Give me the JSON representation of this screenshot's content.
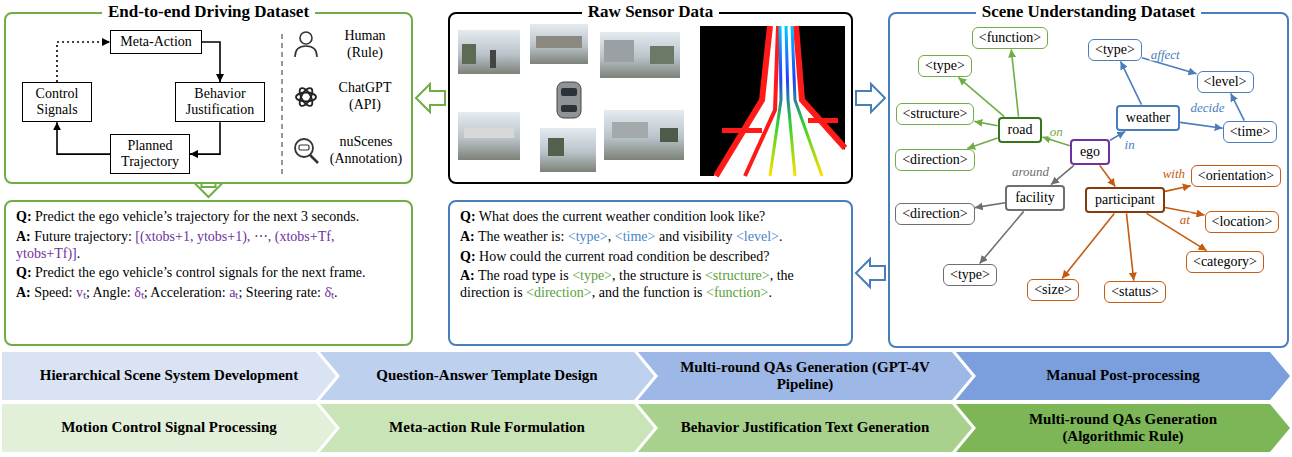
{
  "diagram": {
    "nodes": [
      {
        "text": [
          "End-to-end Driving Dataset"
        ]
      },
      {
        "text": [
          "Meta-Action"
        ],
        "in": 0
      },
      {
        "text": [
          "Behavior Justification"
        ],
        "in": 0
      },
      {
        "text": [
          "Planned Trajectory"
        ],
        "in": 0
      },
      {
        "text": [
          "Control Signals"
        ],
        "in": 0
      },
      {
        "text": [
          "Raw Sensor Data"
        ]
      },
      {
        "text": [
          "Scene Understanding Dataset"
        ]
      },
      {
        "text": [
          "<function>"
        ],
        "in": 6
      },
      {
        "text": [
          "<type>"
        ],
        "in": 6
      },
      {
        "text": [
          "<type>"
        ],
        "in": 6
      },
      {
        "text": [
          "<level>"
        ],
        "in": 6
      },
      {
        "text": [
          "weather"
        ],
        "in": 6
      },
      {
        "text": [
          "<structure>"
        ],
        "in": 6
      },
      {
        "text": [
          "road"
        ],
        "in": 6
      },
      {
        "text": [
          "<time>"
        ],
        "in": 6
      },
      {
        "text": [
          "ego"
        ],
        "in": 6
      },
      {
        "text": [
          "<direction>"
        ],
        "in": 6
      },
      {
        "text": [
          "facility"
        ],
        "in": 6
      },
      {
        "text": [
          "participant"
        ],
        "in": 6
      },
      {
        "text": [
          "<orientation>"
        ],
        "in": 6
      },
      {
        "text": [
          "<direction>"
        ],
        "in": 6
      },
      {
        "text": [
          "<location>"
        ],
        "in": 6
      },
      {
        "text": [
          "<category>"
        ],
        "in": 6
      },
      {
        "text": [
          "<type>"
        ],
        "in": 6
      },
      {
        "text": [
          "<size>"
        ],
        "in": 6
      },
      {
        "text": [
          "<status>"
        ],
        "in": 6
      },
      {
        "text": [
          "Q: Predict the ego vehicle’s trajectory for the next 3 seconds.",
          "A: Future trajectory: [(xtobs+1, ytobs+1), ⋯, (xtobs+Tf, ytobs+Tf)].",
          "Q: Predict the ego vehicle’s control signals for the next frame.",
          "A: Speed: vₜ; Angle: δₜ; Acceleration: aₜ; Steering rate: δ̇ₜ."
        ]
      },
      {
        "text": [
          "Q: What does the current weather condition look like?",
          "A: The weather is: <type>, <time> and visibility <level>.",
          "Q: How could the current road condition be described?",
          "A: The road type is <type>, the structure is <structure>, the direction is <direction>, and the function is <function>."
        ]
      },
      {
        "text": [
          "Hierarchical Scene System Development"
        ]
      },
      {
        "text": [
          "Question-Answer Template Design"
        ]
      },
      {
        "text": [
          "Multi-round QAs Generation (GPT-4V Pipeline)"
        ]
      },
      {
        "text": [
          "Manual Post-processing"
        ]
      },
      {
        "text": [
          "Motion Control Signal Processing"
        ]
      },
      {
        "text": [
          "Meta-action Rule Formulation"
        ]
      },
      {
        "text": [
          "Behavior Justification Text Generation"
        ]
      },
      {
        "text": [
          "Multi-round QAs Generation (Algorithmic Rule)"
        ]
      }
    ],
    "edges": [
      {
        "from": 1,
        "to": 2,
        "arrow": "to"
      },
      {
        "from": 2,
        "to": 3,
        "arrow": "to"
      },
      {
        "from": 3,
        "to": 4,
        "arrow": "to"
      },
      {
        "from": 4,
        "to": 1,
        "arrow": "to"
      },
      {
        "from": 5,
        "to": 0,
        "arrow": "to"
      },
      {
        "from": 5,
        "to": 6,
        "arrow": "to"
      },
      {
        "from": 0,
        "to": 26,
        "arrow": "to"
      },
      {
        "from": 6,
        "to": 27,
        "arrow": "to"
      },
      {
        "from": 13,
        "to": 7,
        "arrow": "to"
      },
      {
        "from": 13,
        "to": 8,
        "arrow": "to"
      },
      {
        "from": 13,
        "to": 12,
        "arrow": "to"
      },
      {
        "from": 13,
        "to": 16,
        "arrow": "to"
      },
      {
        "from": 15,
        "to": 13,
        "label": "on",
        "arrow": "to"
      },
      {
        "from": 15,
        "to": 11,
        "label": "in",
        "arrow": "to"
      },
      {
        "from": 11,
        "to": 9,
        "arrow": "to"
      },
      {
        "from": 9,
        "to": 10,
        "label": "affect",
        "arrow": "to"
      },
      {
        "from": 14,
        "to": 10,
        "label": "decide",
        "arrow": "to"
      },
      {
        "from": 11,
        "to": 14,
        "arrow": "to"
      },
      {
        "from": 15,
        "to": 17,
        "label": "around",
        "arrow": "to"
      },
      {
        "from": 15,
        "to": 18,
        "arrow": "to"
      },
      {
        "from": 17,
        "to": 20,
        "arrow": "to"
      },
      {
        "from": 17,
        "to": 23,
        "arrow": "to"
      },
      {
        "from": 18,
        "to": 19,
        "label": "with",
        "arrow": "to"
      },
      {
        "from": 18,
        "to": 21,
        "label": "at",
        "arrow": "to"
      },
      {
        "from": 18,
        "to": 24,
        "arrow": "to"
      },
      {
        "from": 18,
        "to": 25,
        "arrow": "to"
      },
      {
        "from": 18,
        "to": 22,
        "arrow": "to"
      }
    ],
    "labels": [
      "Human (Rule)",
      "ChatGPT (API)",
      "nuScenes (Annotation)"
    ]
  }
}
